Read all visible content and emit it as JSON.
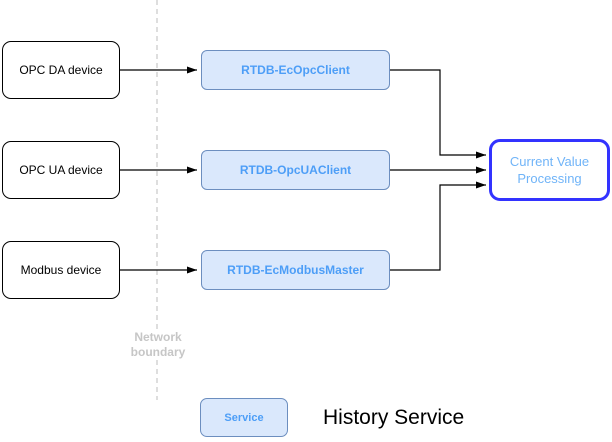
{
  "diagram": {
    "device_nodes": [
      {
        "label": "OPC DA device"
      },
      {
        "label": "OPC UA device"
      },
      {
        "label": "Modbus device"
      }
    ],
    "service_nodes": [
      {
        "label": "RTDB-EcOpcClient"
      },
      {
        "label": "RTDB-OpcUAClient"
      },
      {
        "label": "RTDB-EcModbusMaster"
      }
    ],
    "processing_node": {
      "lines": [
        "Current Value",
        "Processing"
      ]
    },
    "network_boundary": {
      "lines": [
        "Network",
        "boundary"
      ]
    },
    "legend": {
      "service_box_label": "Service",
      "caption": "History Service"
    },
    "colors": {
      "service_fill": "#dae8fc",
      "service_border": "#6c8ebf",
      "service_text": "#4d9ef7",
      "processing_border": "#3333ff",
      "processing_text": "#70b4f8",
      "device_border": "#000000",
      "connector": "#000000",
      "boundary_line": "#d4d4d4",
      "boundary_text": "#c6c6c6"
    }
  }
}
